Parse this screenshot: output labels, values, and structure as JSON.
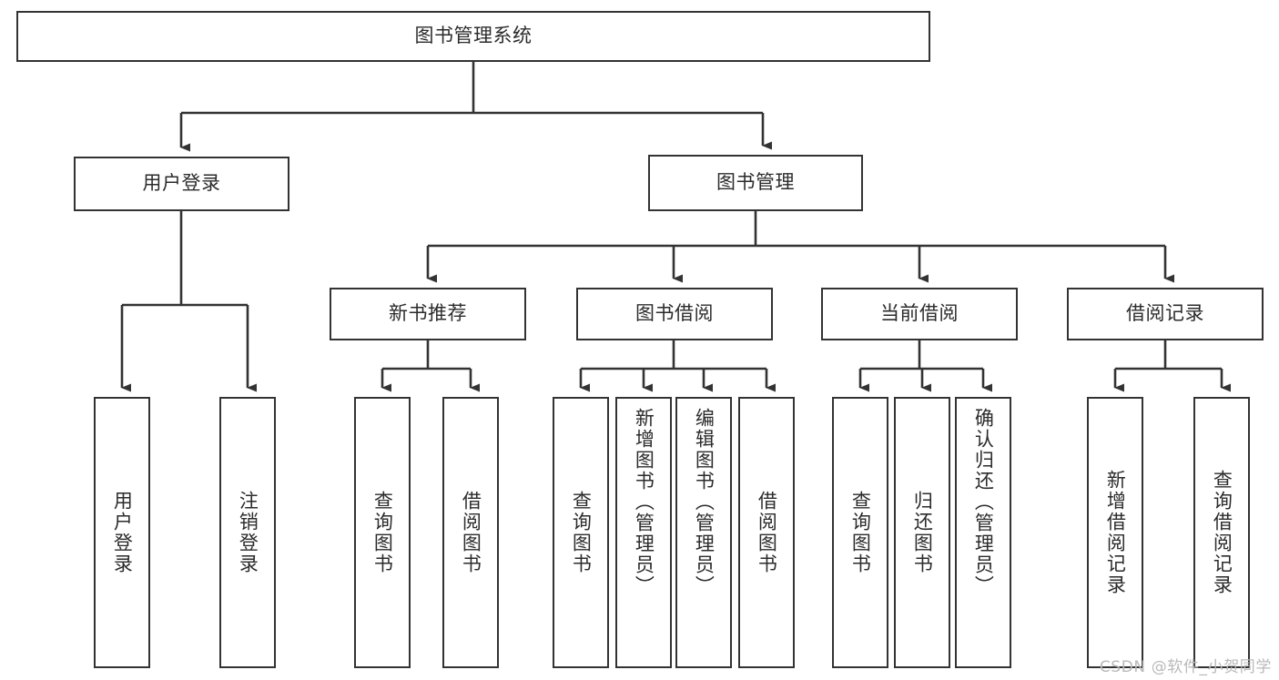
{
  "diagram": {
    "title": "图书管理系统",
    "type": "tree-hierarchy-chart",
    "watermark": "CSDN @软件_小贺同学",
    "colors": {
      "stroke": "#333333",
      "text": "#2b2b2b",
      "background": "#ffffff",
      "watermark": "#b9b9b9"
    },
    "root": {
      "label": "图书管理系统"
    },
    "level2": [
      {
        "label": "用户登录"
      },
      {
        "label": "图书管理"
      }
    ],
    "level3": [
      {
        "label": "新书推荐"
      },
      {
        "label": "图书借阅"
      },
      {
        "label": "当前借阅"
      },
      {
        "label": "借阅记录"
      }
    ],
    "leaves": {
      "user_login": [
        {
          "label": "用户登录"
        },
        {
          "label": "注销登录"
        }
      ],
      "new_book_recommend": [
        {
          "label": "查询图书"
        },
        {
          "label": "借阅图书"
        }
      ],
      "book_borrow": [
        {
          "label": "查询图书"
        },
        {
          "label": "新增图书（管理员）"
        },
        {
          "label": "编辑图书（管理员）"
        },
        {
          "label": "借阅图书"
        }
      ],
      "current_borrow": [
        {
          "label": "查询图书"
        },
        {
          "label": "归还图书"
        },
        {
          "label": "确认归还（管理员）"
        }
      ],
      "borrow_record": [
        {
          "label": "新增借阅记录"
        },
        {
          "label": "查询借阅记录"
        }
      ]
    }
  }
}
